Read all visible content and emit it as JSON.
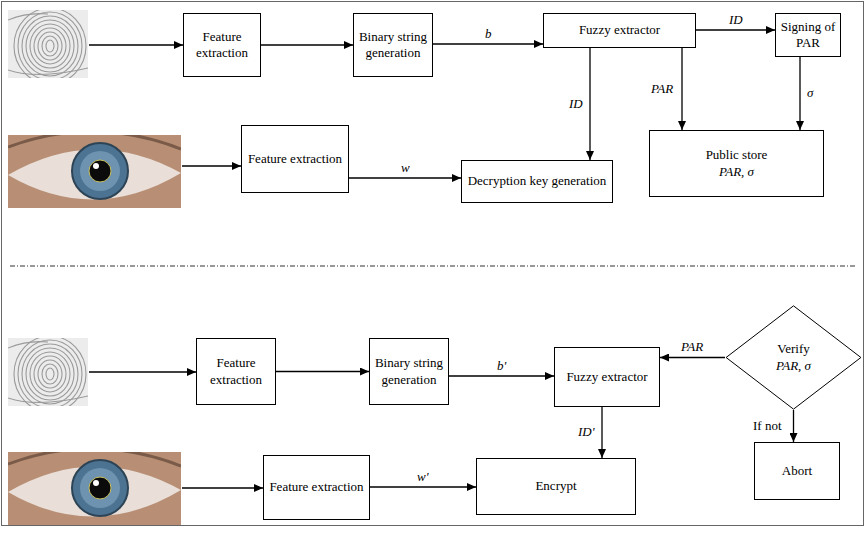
{
  "diagram": {
    "nodes": [
      {
        "text": [
          "Feature extraction"
        ]
      },
      {
        "text": [
          "Binary string generation"
        ]
      },
      {
        "text": [
          "Fuzzy extractor"
        ]
      },
      {
        "text": [
          "Signing of PAR"
        ]
      },
      {
        "text": [
          "Feature extraction"
        ]
      },
      {
        "text": [
          "Decryption key generation"
        ]
      },
      {
        "text": [
          "Public store",
          "PAR, σ"
        ]
      },
      {
        "text": [
          "Feature extraction"
        ]
      },
      {
        "text": [
          "Binary string generation"
        ]
      },
      {
        "text": [
          "Fuzzy extractor"
        ]
      },
      {
        "text": [
          "Verify",
          "PAR, σ"
        ]
      },
      {
        "text": [
          "Feature extraction"
        ]
      },
      {
        "text": [
          "Encrypt"
        ]
      },
      {
        "text": [
          "Abort"
        ]
      }
    ],
    "edges": [
      {
        "from": 0,
        "to": 1,
        "arrow": "to"
      },
      {
        "from": 1,
        "to": 2,
        "arrow": "to",
        "label": "b"
      },
      {
        "from": 2,
        "to": 3,
        "arrow": "to",
        "label": "ID"
      },
      {
        "from": 2,
        "to": 5,
        "arrow": "to",
        "label": "ID"
      },
      {
        "from": 2,
        "to": 6,
        "arrow": "to",
        "label": "PAR"
      },
      {
        "from": 3,
        "to": 6,
        "arrow": "to",
        "label": "σ"
      },
      {
        "from": 4,
        "to": 5,
        "arrow": "to",
        "label": "w"
      },
      {
        "from": 7,
        "to": 8,
        "arrow": "to"
      },
      {
        "from": 8,
        "to": 9,
        "arrow": "to",
        "label": "b'"
      },
      {
        "from": 10,
        "to": 9,
        "arrow": "to",
        "label": "PAR"
      },
      {
        "from": 9,
        "to": 12,
        "arrow": "to",
        "label": "ID'"
      },
      {
        "from": 11,
        "to": 12,
        "arrow": "to",
        "label": "w'"
      },
      {
        "from": 10,
        "to": 13,
        "arrow": "to",
        "label": "If not"
      }
    ]
  }
}
